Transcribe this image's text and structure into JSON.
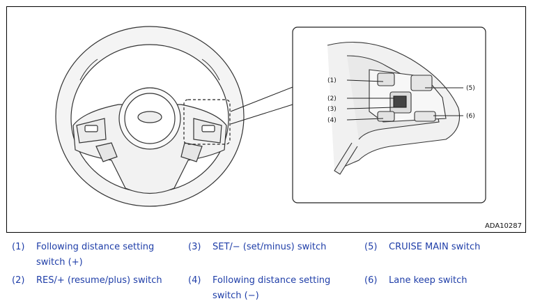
{
  "figure": {
    "id": "ADA10287",
    "callouts": [
      "(1)",
      "(2)",
      "(3)",
      "(4)",
      "(5)",
      "(6)"
    ]
  },
  "legend": [
    {
      "number": "(1)",
      "lines": [
        "Following distance setting",
        "switch (+)"
      ]
    },
    {
      "number": "(2)",
      "lines": [
        "RES/+ (resume/plus) switch"
      ]
    },
    {
      "number": "(3)",
      "lines": [
        "SET/− (set/minus) switch"
      ]
    },
    {
      "number": "(4)",
      "lines": [
        "Following distance setting",
        "switch (−)"
      ]
    },
    {
      "number": "(5)",
      "lines": [
        "CRUISE MAIN switch"
      ]
    },
    {
      "number": "(6)",
      "lines": [
        "Lane keep switch"
      ]
    }
  ],
  "colors": {
    "legend_text": "#1f3ea8",
    "line_art": "#333333"
  }
}
